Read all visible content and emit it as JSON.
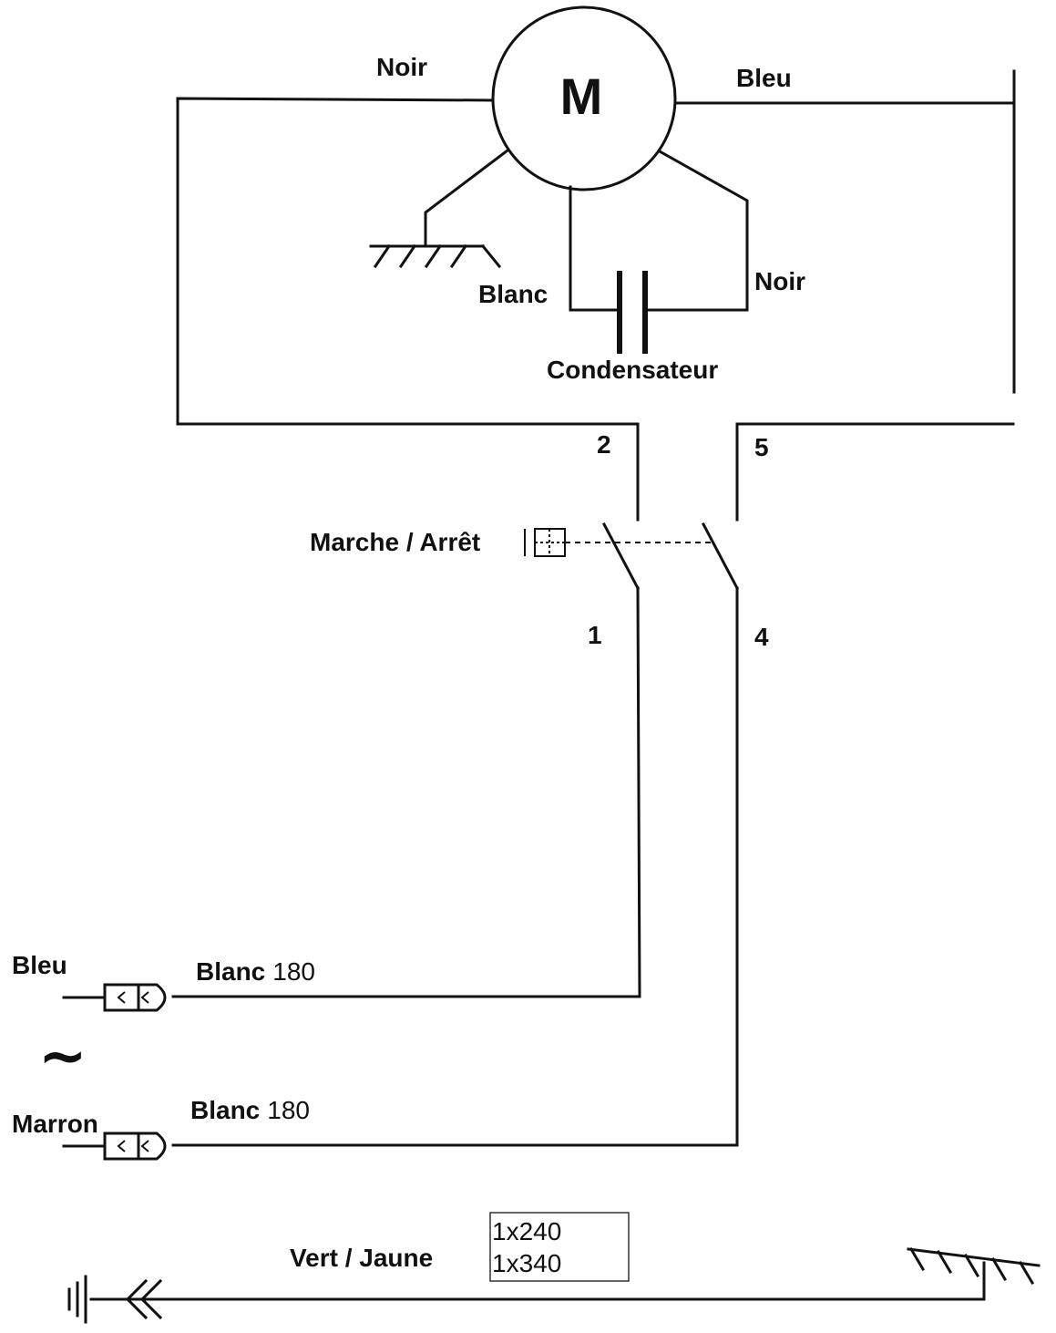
{
  "motor": {
    "symbol": "M"
  },
  "wires": {
    "motor_left": "Noir",
    "motor_right": "Bleu",
    "motor_bottom_left": "Blanc",
    "motor_bottom_right": "Noir",
    "capacitor": "Condensateur"
  },
  "terminals": {
    "t2": "2",
    "t5": "5",
    "t1": "1",
    "t4": "4"
  },
  "switch": {
    "label": "Marche / Arrêt"
  },
  "supply": {
    "tilde": "~",
    "line1": {
      "color": "Bleu",
      "cable": "Blanc",
      "size": "180"
    },
    "line2": {
      "color": "Marron",
      "cable": "Blanc",
      "size": "180"
    }
  },
  "earth": {
    "label": "Vert / Jaune",
    "sizes": [
      "1x240",
      "1x340"
    ]
  }
}
